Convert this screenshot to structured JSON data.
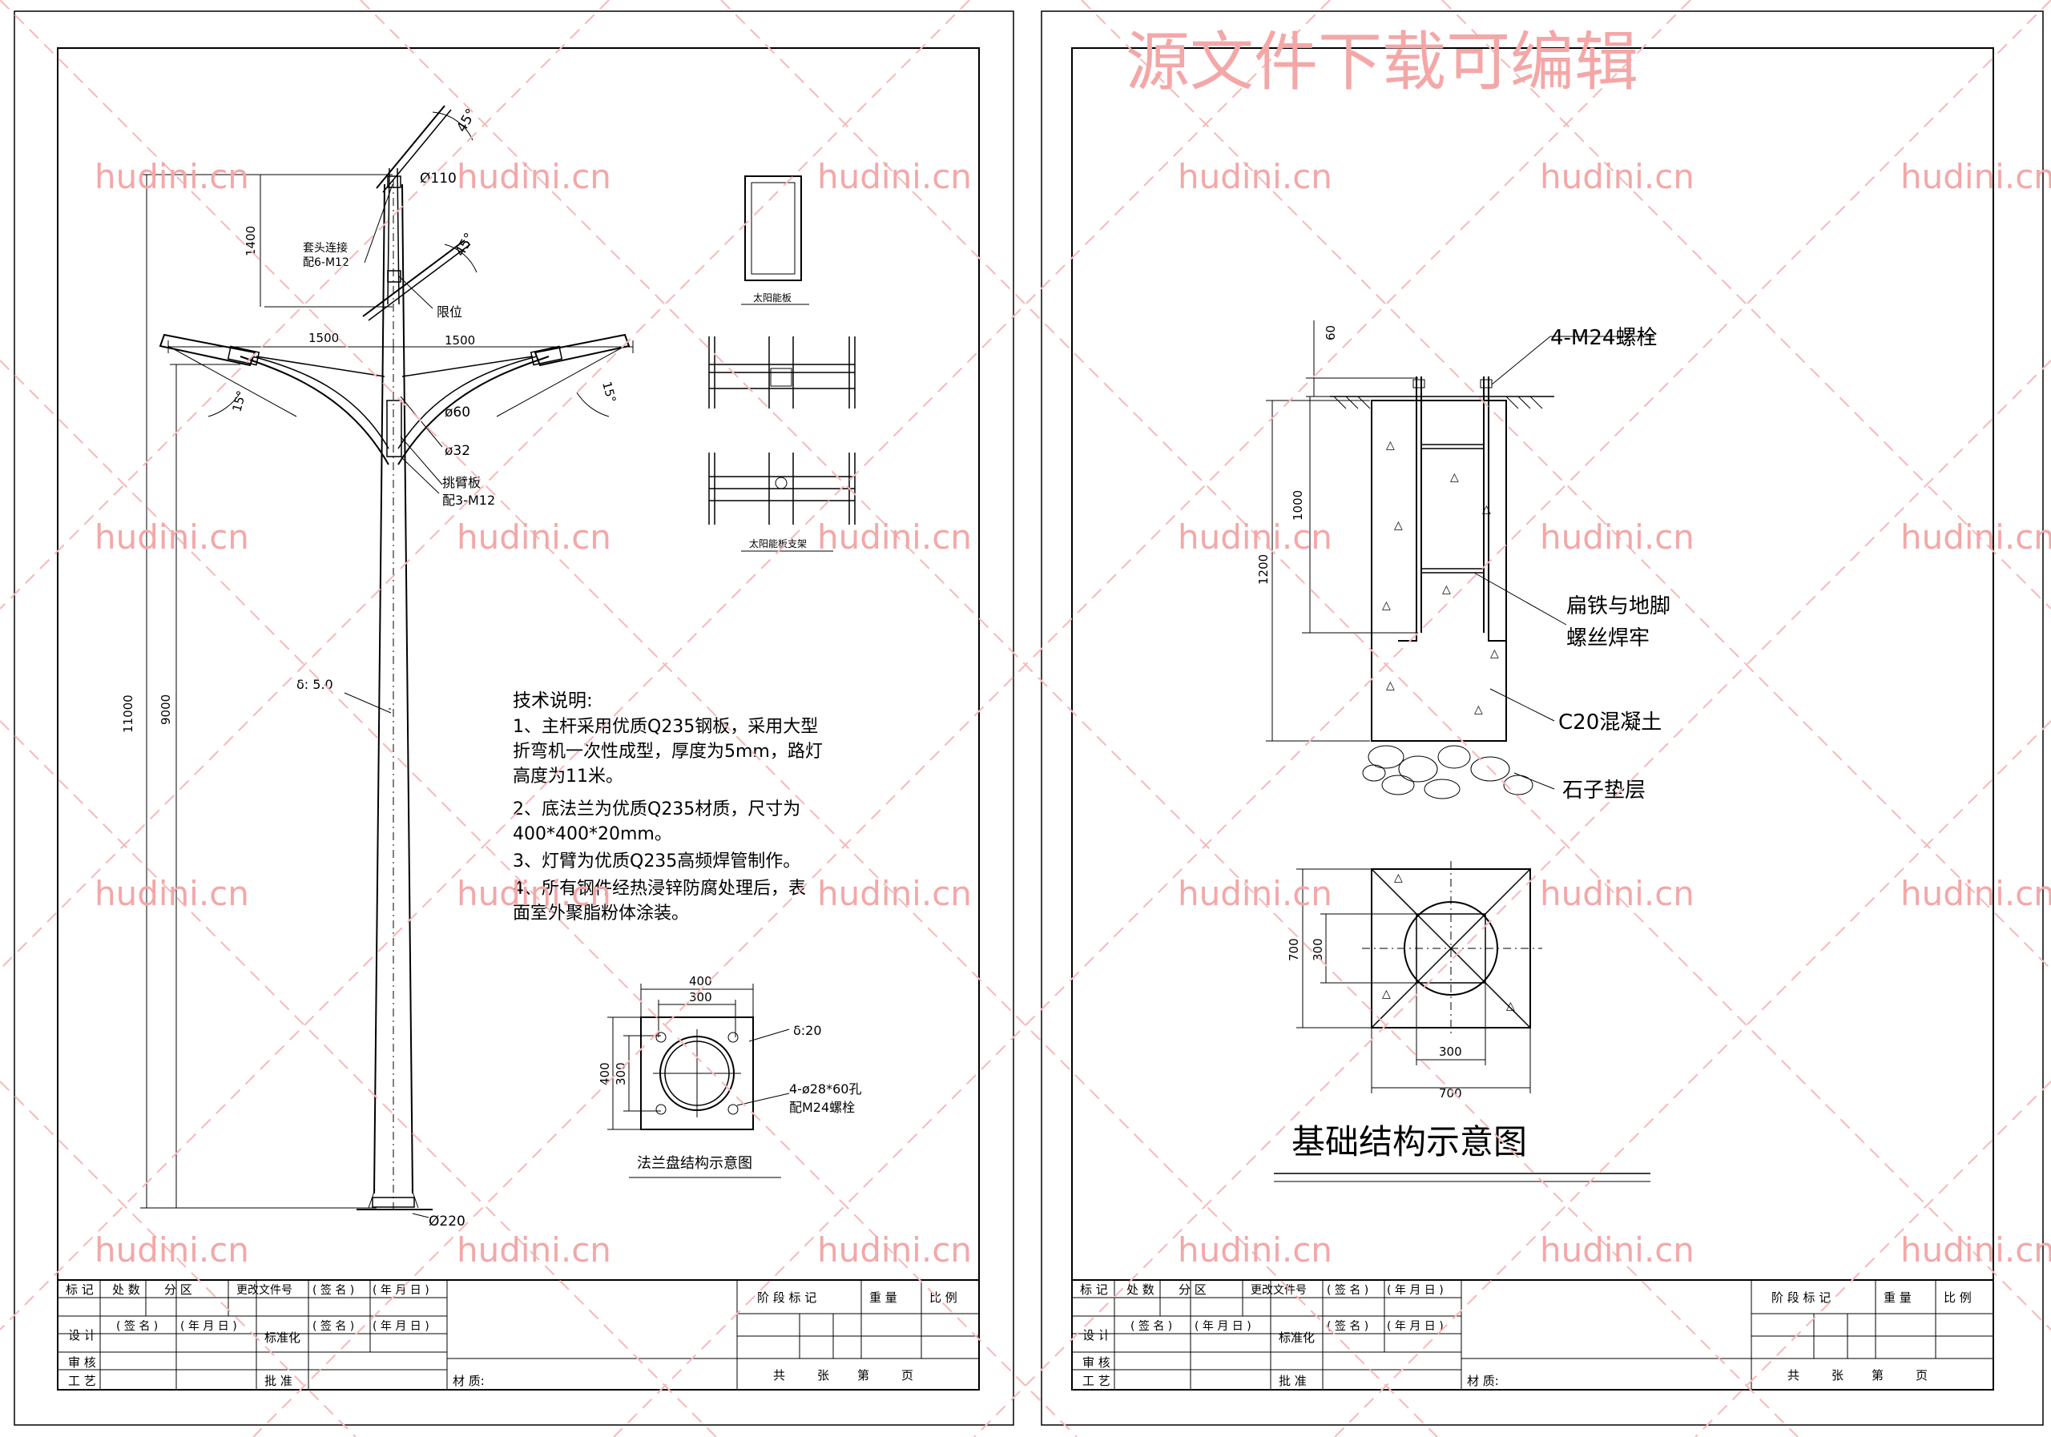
{
  "left_sheet": {
    "pole": {
      "dims": {
        "d110": "Ø110",
        "h1400": "1400",
        "angle_top": "45°",
        "angle_mid": "45°",
        "sleeve_label": "套头连接",
        "sleeve_bolts": "配6-M12",
        "limit": "限位",
        "arm_left": "1500",
        "arm_right": "1500",
        "tilt_left": "15°",
        "tilt_right": "15°",
        "d60": "ø60",
        "d32": "ø32",
        "arm_plate": "挑臂板",
        "arm_bolts": "配3-M12",
        "thickness": "δ: 5.0",
        "h11000": "11000",
        "h9000": "9000",
        "d220": "Ø220"
      }
    },
    "solar": {
      "panel_caption": "太阳能板",
      "bracket_caption": "太阳能板支架"
    },
    "tech_notes": {
      "title": "技术说明:",
      "lines": [
        "1、主杆采用优质Q235钢板，采用大型",
        "折弯机一次性成型，厚度为5mm，路灯",
        "高度为11米。",
        "2、底法兰为优质Q235材质，尺寸为",
        "400*400*20mm。",
        "3、灯臂为优质Q235高频焊管制作。",
        "4、所有钢件经热浸锌防腐处理后，表",
        "面室外聚脂粉体涂装。"
      ]
    },
    "flange": {
      "w400": "400",
      "w300": "300",
      "h400": "400",
      "h300": "300",
      "thickness": "δ:20",
      "holes": "4-ø28*60孔",
      "bolts": "配M24螺栓",
      "caption": "法兰盘结构示意图"
    }
  },
  "right_sheet": {
    "foundation": {
      "d60": "60",
      "bolt_label": "4-M24螺栓",
      "h1000": "1000",
      "h1200": "1200",
      "weld_line1": "扁铁与地脚",
      "weld_line2": "螺丝焊牢",
      "concrete": "C20混凝土",
      "gravel": "石子垫层",
      "plan_h700": "700",
      "plan_h300": "300",
      "plan_w300": "300",
      "plan_w700": "700",
      "title": "基础结构示意图"
    }
  },
  "title_block": {
    "mark": "标 记",
    "count": "处 数",
    "zone": "分 区",
    "change_doc": "更改文件号",
    "sign": "( 签 名 )",
    "date": "( 年 月 日 )",
    "design": "设 计",
    "standard": "标准化",
    "review": "审 核",
    "process": "工 艺",
    "approve": "批 准",
    "material": "材 质:",
    "stage": "阶 段 标 记",
    "weight": "重 量",
    "scale": "比 例",
    "total": "共",
    "sheets": "张",
    "nth": "第",
    "page": "页"
  },
  "watermark": {
    "site": "hudini.cn",
    "banner": "源文件下载可编辑"
  }
}
